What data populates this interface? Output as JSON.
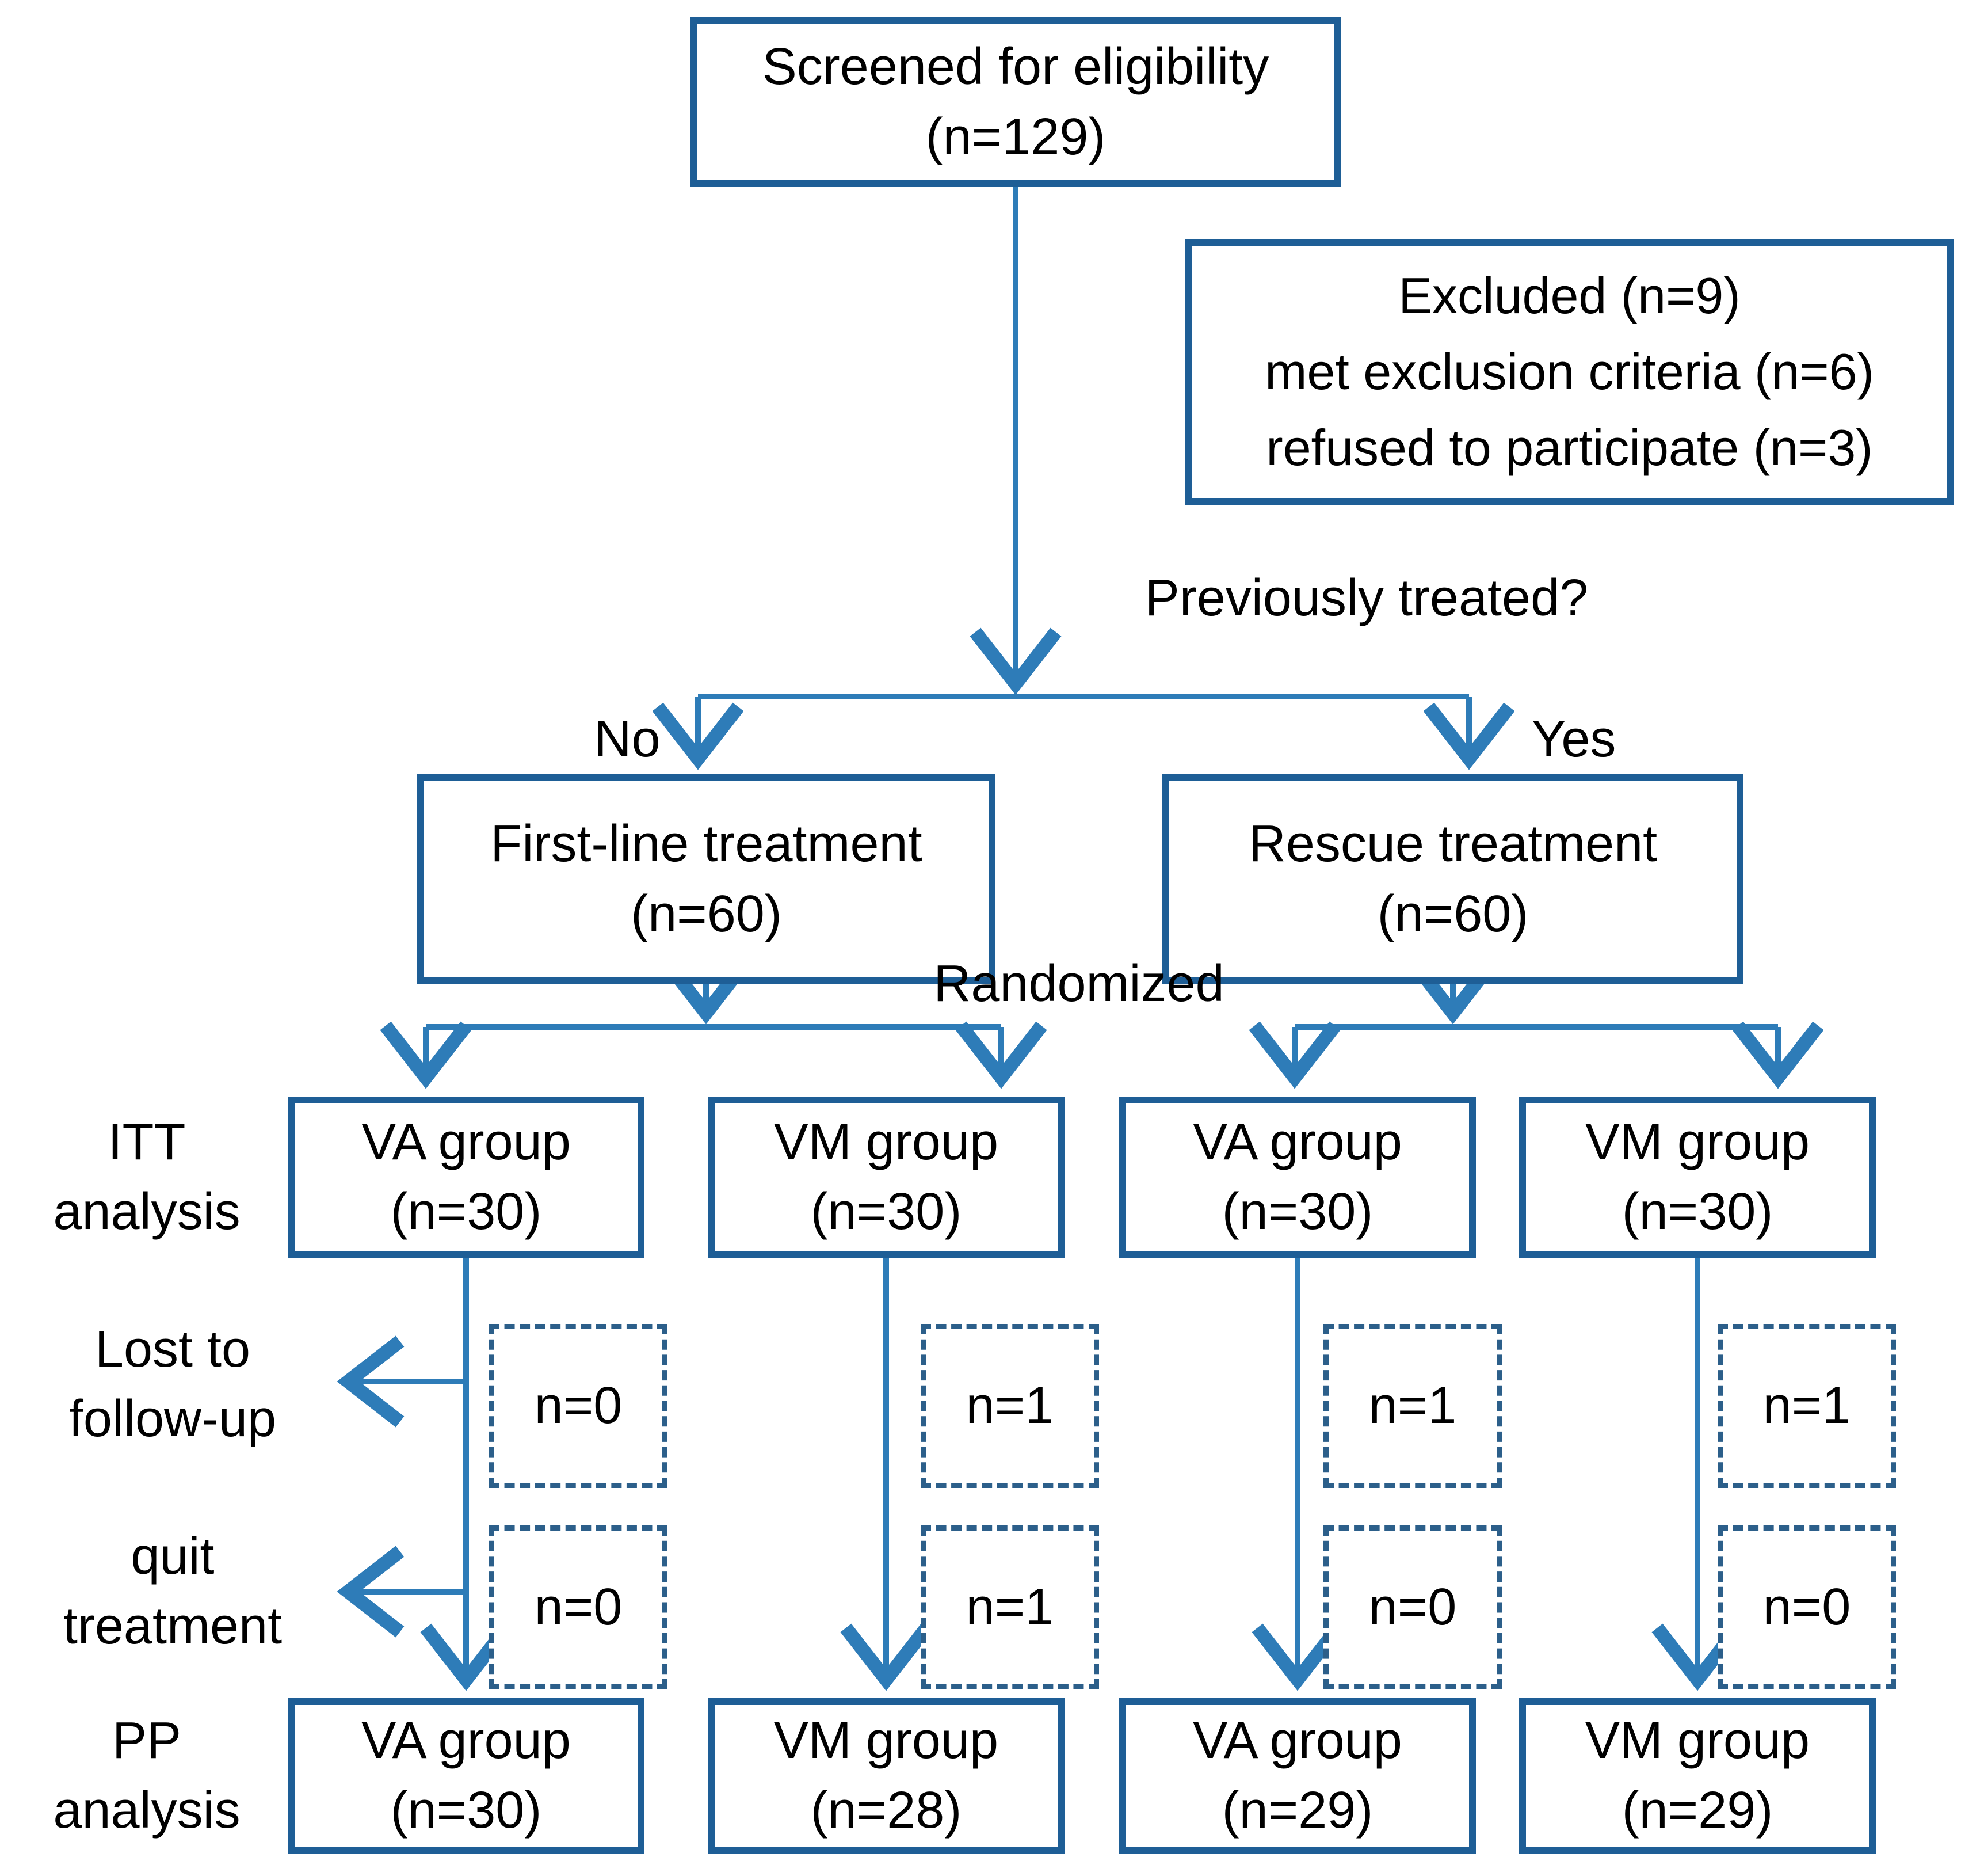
{
  "colors": {
    "box_border": "#1E5E96",
    "connector": "#2E7CB8",
    "dashed_border": "#2C5F8A",
    "text": "#000000",
    "background": "#FFFFFF"
  },
  "screened_box": {
    "title": "Screened for eligibility",
    "count": "(n=129)"
  },
  "excluded_box": {
    "title": "Excluded (n=9)",
    "reason_1": "met exclusion criteria (n=6)",
    "reason_2": "refused to participate (n=3)"
  },
  "decision": {
    "question": "Previously treated?",
    "no": "No",
    "yes": "Yes"
  },
  "first_line_box": {
    "title": "First-line treatment",
    "count": "(n=60)"
  },
  "rescue_box": {
    "title": "Rescue treatment",
    "count": "(n=60)"
  },
  "randomized_label": "Randomized",
  "row_labels": {
    "itt_line1": "ITT",
    "itt_line2": "analysis",
    "lost_line1": "Lost to",
    "lost_line2": "follow-up",
    "quit_line1": "quit",
    "quit_line2": "treatment",
    "pp_line1": "PP",
    "pp_line2": "analysis"
  },
  "itt_groups": [
    {
      "name": "VA group",
      "count": "(n=30)"
    },
    {
      "name": "VM group",
      "count": "(n=30)"
    },
    {
      "name": "VA group",
      "count": "(n=30)"
    },
    {
      "name": "VM group",
      "count": "(n=30)"
    }
  ],
  "lost_to_follow_up": [
    "n=0",
    "n=1",
    "n=1",
    "n=1"
  ],
  "quit_treatment": [
    "n=0",
    "n=1",
    "n=0",
    "n=0"
  ],
  "pp_groups": [
    {
      "name": "VA group",
      "count": "(n=30)"
    },
    {
      "name": "VM group",
      "count": "(n=28)"
    },
    {
      "name": "VA group",
      "count": "(n=29)"
    },
    {
      "name": "VM group",
      "count": "(n=29)"
    }
  ]
}
